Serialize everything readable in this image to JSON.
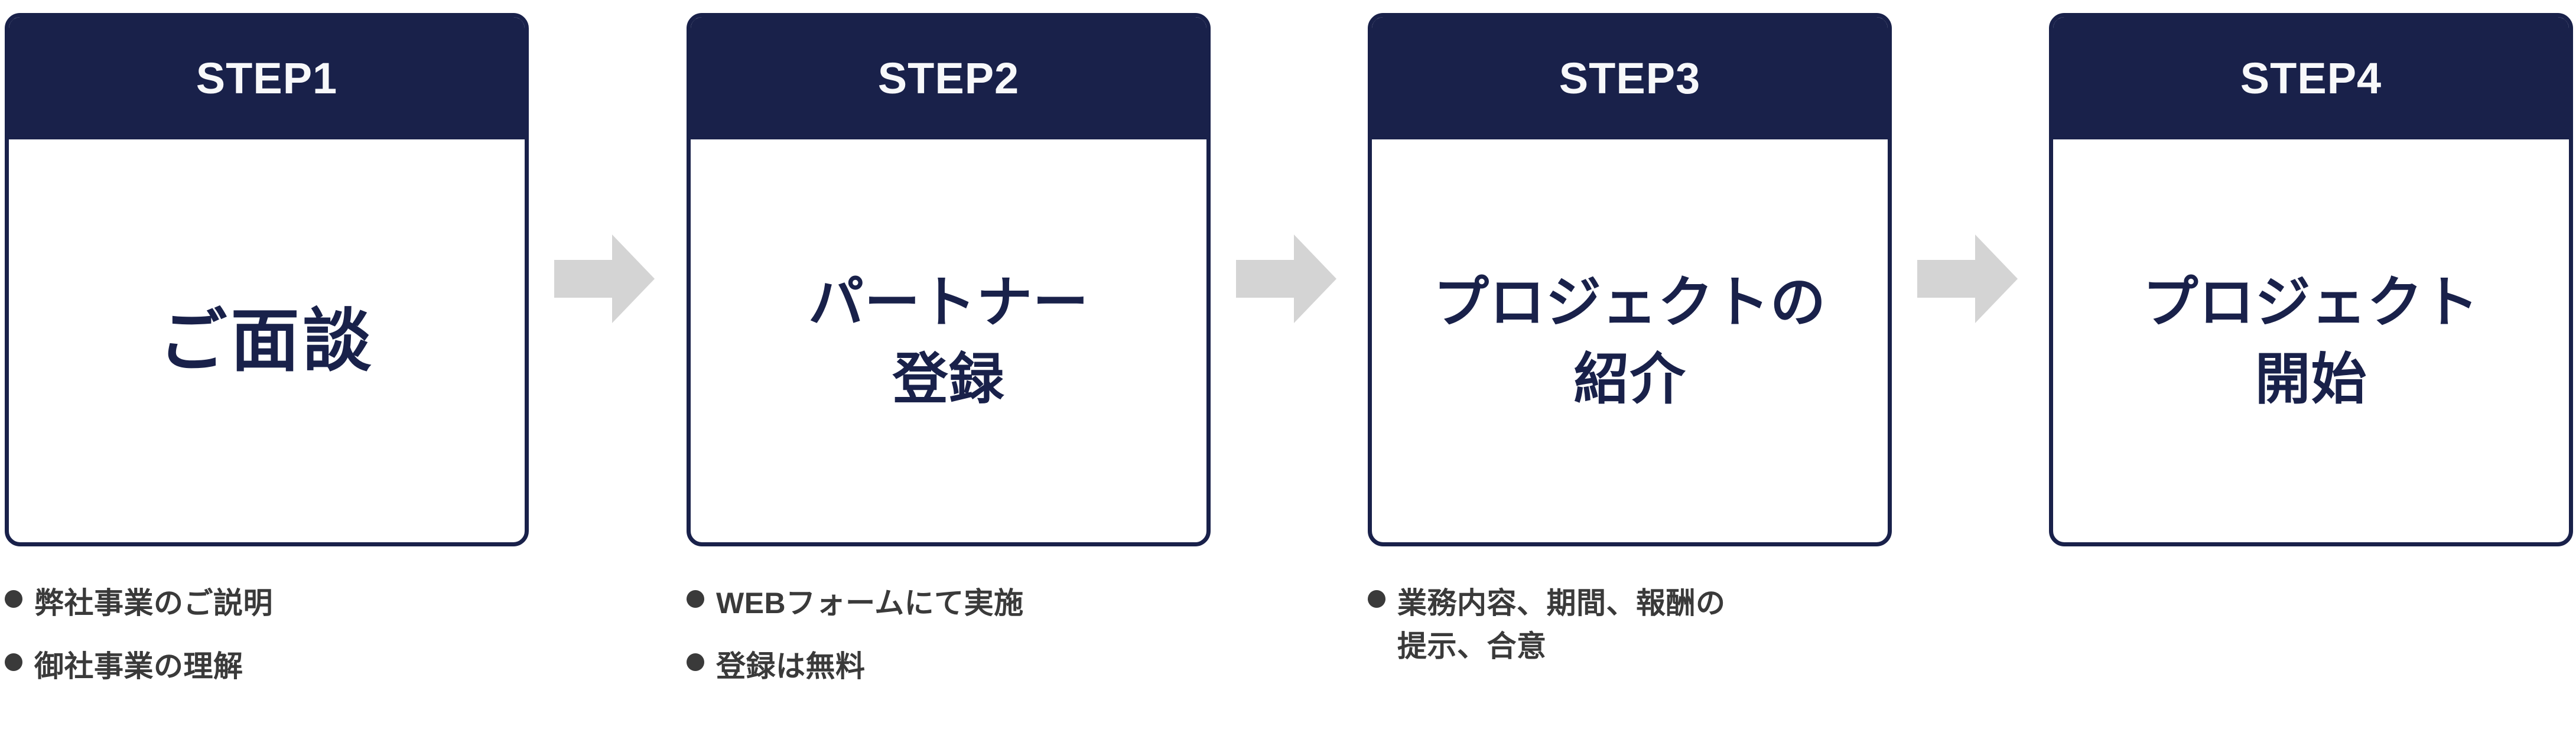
{
  "accent_navy": "#19214a",
  "arrow_gray": "#d4d4d4",
  "bullet_gray": "#3a3a3a",
  "steps": [
    {
      "header": "STEP1",
      "title": "ご面談",
      "title_size": "large",
      "bullets": [
        "弊社事業のご説明",
        "御社事業の理解"
      ]
    },
    {
      "header": "STEP2",
      "title": "パートナー\n登録",
      "title_size": "normal",
      "bullets": [
        "WEBフォームにて実施",
        "登録は無料"
      ]
    },
    {
      "header": "STEP3",
      "title": "プロジェクトの\n紹介",
      "title_size": "normal",
      "bullets": [
        "業務内容、期間、報酬の\n提示、合意"
      ]
    },
    {
      "header": "STEP4",
      "title": "プロジェクト\n開始",
      "title_size": "normal",
      "bullets": []
    }
  ],
  "arrows": [
    {
      "name": "arrow-step1-to-step2"
    },
    {
      "name": "arrow-step2-to-step3"
    },
    {
      "name": "arrow-step3-to-step4"
    }
  ]
}
